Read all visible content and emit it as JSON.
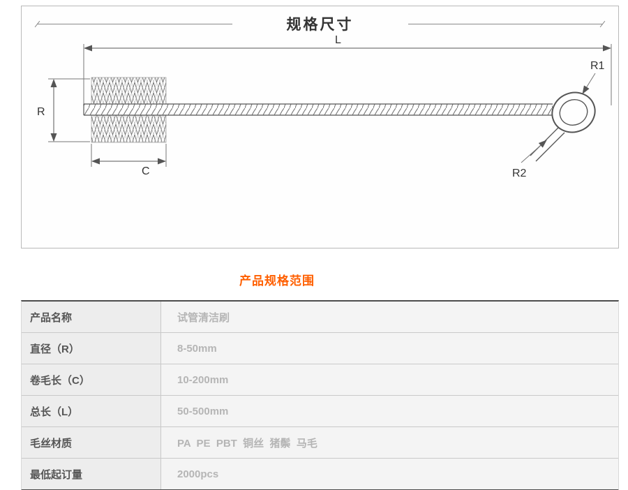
{
  "diagram": {
    "title": "规格尺寸",
    "labels": {
      "L": "L",
      "R": "R",
      "C": "C",
      "R1": "R1",
      "R2": "R2"
    }
  },
  "section_title": "产品规格范围",
  "table": {
    "rows": [
      {
        "label": "产品名称",
        "value": "试管清洁刷"
      },
      {
        "label": "直径（R）",
        "value": "8-50mm"
      },
      {
        "label": "卷毛长（C）",
        "value": "10-200mm"
      },
      {
        "label": "总长（L）",
        "value": "50-500mm"
      },
      {
        "label": "毛丝材质",
        "value": "PA  PE  PBT  铜丝  猪鬃  马毛"
      },
      {
        "label": "最低起订量",
        "value": "2000pcs"
      }
    ]
  },
  "colors": {
    "accent_orange": "#ff5f00",
    "line_gray": "#555555",
    "value_text": "#b5b5b5",
    "label_text": "#555555"
  }
}
